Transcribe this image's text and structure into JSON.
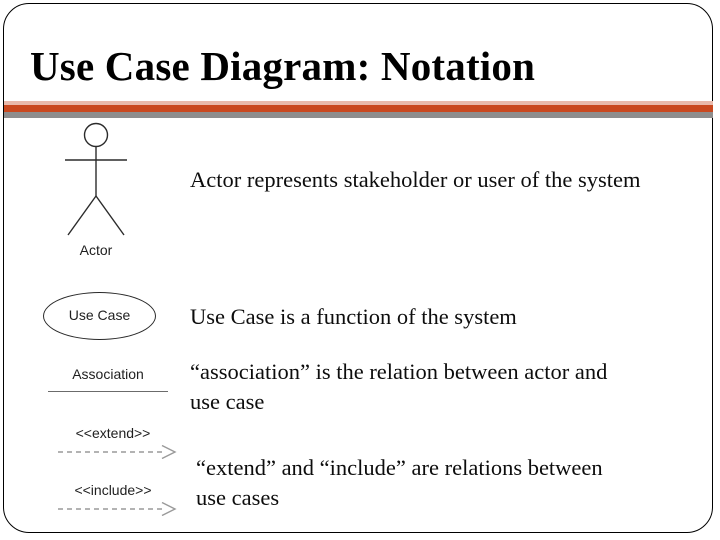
{
  "slide": {
    "title": "Use Case Diagram: Notation",
    "accent_colors": {
      "light": "#e9b9ab",
      "orange": "#c9481f",
      "gray": "#8e8d8d",
      "border": "#000000",
      "text": "#0d0d0d"
    }
  },
  "notation": {
    "actor_label": "Actor",
    "usecase_label": "Use Case",
    "association_label": "Association",
    "extend_label": "<<extend>>",
    "include_label": "<<include>>"
  },
  "descriptions": {
    "actor": "Actor represents stakeholder or user of the system",
    "usecase": "Use Case is a function of the system",
    "association": "“association” is the relation between actor and use case",
    "extend_include": "“extend” and “include” are relations between use cases"
  }
}
